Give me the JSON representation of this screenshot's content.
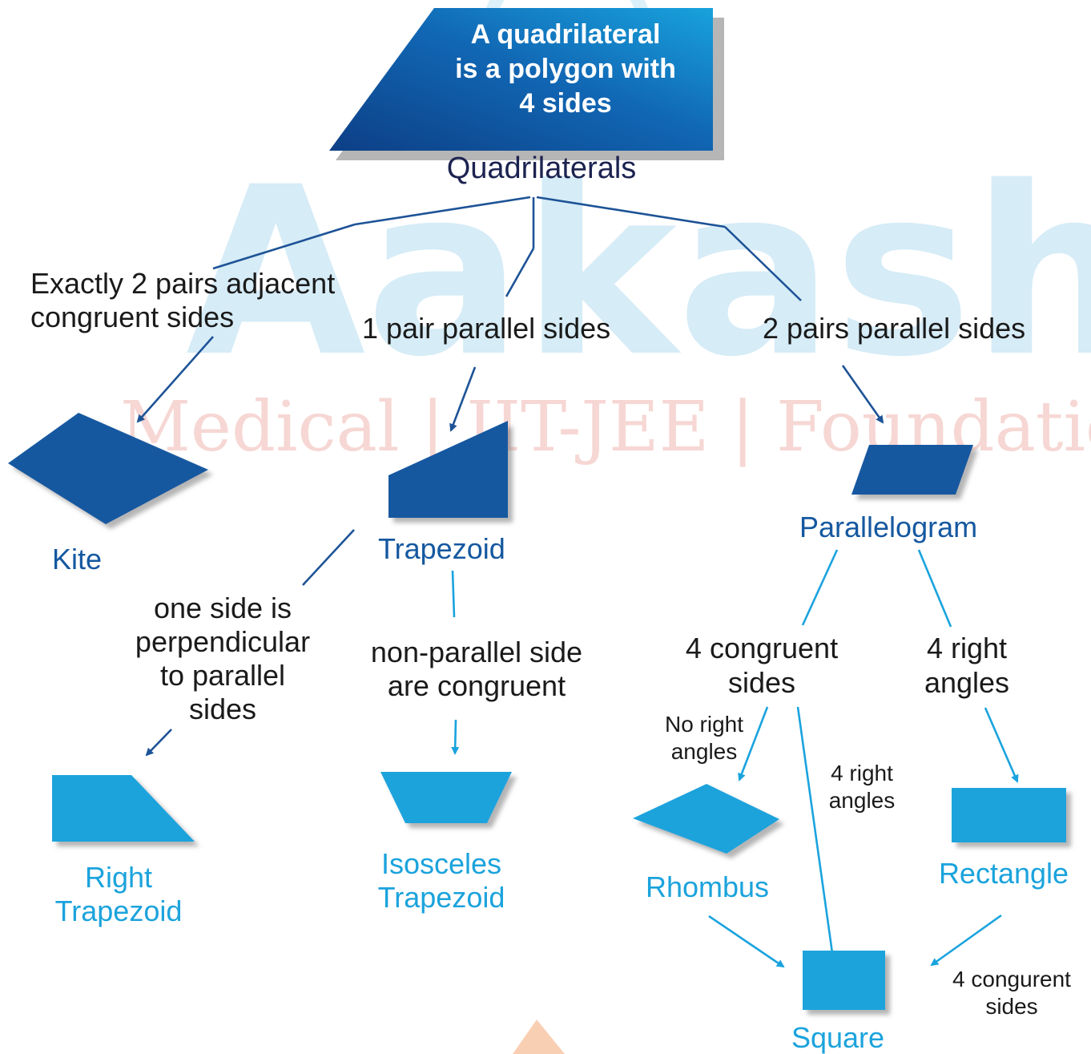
{
  "title_box": {
    "lines": [
      "A quadrilateral",
      "is a polygon with",
      "4 sides"
    ]
  },
  "root": "Quadrilaterals",
  "branches": {
    "kite_rule": [
      "Exactly 2 pairs adjacent",
      "congruent sides"
    ],
    "trap_rule": "1 pair parallel sides",
    "para_rule": "2 pairs parallel sides"
  },
  "shapes": {
    "kite": "Kite",
    "trapezoid": "Trapezoid",
    "parallelogram": "Parallelogram",
    "right_trapezoid": [
      "Right",
      "Trapezoid"
    ],
    "isosceles_trapezoid": [
      "Isosceles",
      "Trapezoid"
    ],
    "rhombus": "Rhombus",
    "rectangle": "Rectangle",
    "square": "Square"
  },
  "conditions": {
    "perpendicular": [
      "one side is",
      "perpendicular",
      "to parallel",
      "sides"
    ],
    "non_parallel": [
      "non-parallel side",
      "are congruent"
    ],
    "congruent_sides": [
      "4 congruent",
      "sides"
    ],
    "right_angles": [
      "4 right",
      "angles"
    ],
    "no_right_angles": [
      "No right",
      "angles"
    ],
    "four_right_angles": [
      "4 right",
      "angles"
    ],
    "four_congruent_sides": [
      "4 congurent",
      "sides"
    ]
  },
  "watermark": {
    "brand": "Aakash",
    "tagline": "Medical | IIT-JEE | Foundations"
  },
  "colors": {
    "dark_blue": "#1558a0",
    "light_blue": "#1ba3dc",
    "title_text": "#1c2350"
  }
}
